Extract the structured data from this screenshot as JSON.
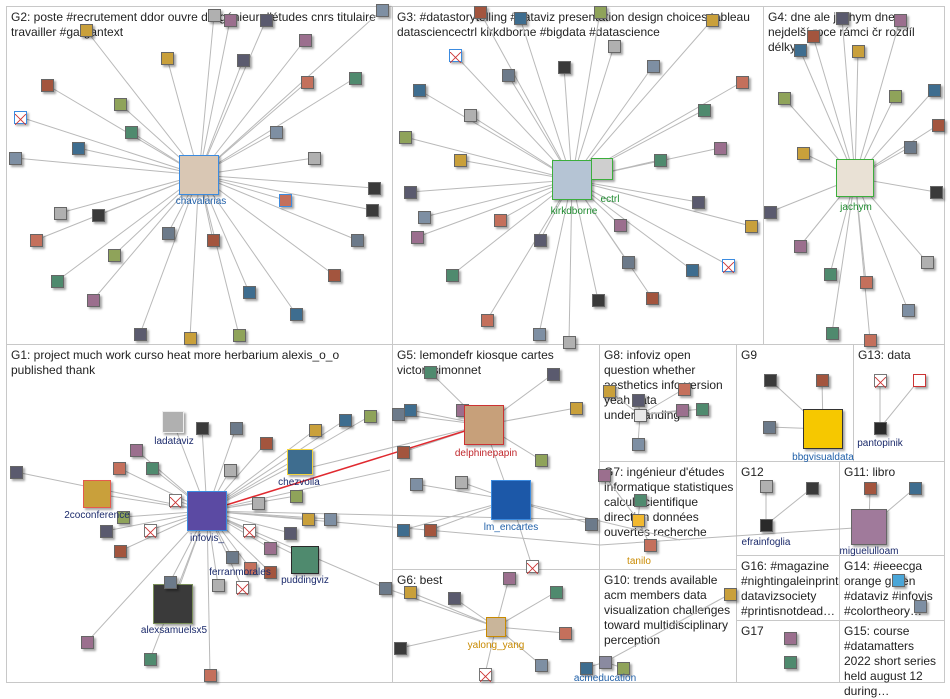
{
  "groups": [
    {
      "id": "G2",
      "title": "G2: poste #recrutement ddor ouvre d'ingénieur d'études cnrs titulaire travailler #gargantext"
    },
    {
      "id": "G3",
      "title": "G3: #datastorytelling #dataviz presentation design choices tableau datasciencectrl kirkdborne #bigdata #datascience"
    },
    {
      "id": "G4",
      "title": "G4: dne ale jachym dnes nejdelší roce rámci čr rozdíl délky"
    },
    {
      "id": "G1",
      "title": "G1: project much work curso heat more herbarium alexis_o_o published thank"
    },
    {
      "id": "G5",
      "title": "G5: lemondefr kiosque cartes victor_simonnet"
    },
    {
      "id": "G8",
      "title": "G8: infoviz open question whether aesthetics info version yeah data understanding"
    },
    {
      "id": "G9",
      "title": "G9"
    },
    {
      "id": "G13",
      "title": "G13: data"
    },
    {
      "id": "G7",
      "title": "G7: ingénieur d'études informatique statistiques calcul scientifique direction données ouvertes recherche"
    },
    {
      "id": "G12",
      "title": "G12"
    },
    {
      "id": "G11",
      "title": "G11: libro"
    },
    {
      "id": "G6",
      "title": "G6: best"
    },
    {
      "id": "G10",
      "title": "G10: trends available acm members data visualization challenges toward multidisciplinary perception"
    },
    {
      "id": "G16",
      "title": "G16: #magazine #nightingaleinprint datavizsociety #printisnotdead…"
    },
    {
      "id": "G14",
      "title": "G14: #ieeecga orange green #dataviz #infovis #colortheory…"
    },
    {
      "id": "G17",
      "title": "G17"
    },
    {
      "id": "G15",
      "title": "G15: course #datamatters 2022 short series held august 12 during…"
    }
  ],
  "labels": {
    "chavalarias": "chavalarias",
    "kirkdborne": "kirkdborne",
    "datasciencectrl": "ectrl",
    "jachym": "jachym",
    "ladataviz": "ladataviz",
    "chezvoila": "chezvoila",
    "twococonference": "2coconference",
    "infovis": "infovis_",
    "ferranmorales": "ferranmorales",
    "puddingviz": "puddingviz",
    "alexsamuelsx5": "alexsamuelsx5",
    "delphinepapin": "delphinepapin",
    "lm_encartes": "lm_encartes",
    "tanilo": "tanilo",
    "yalong_yang": "yalong_yang",
    "acmeducation": "acmeducation",
    "bbgvisualdata": "bbgvisualdata",
    "pantopinik": "pantopinik",
    "efrainfoglia": "efrainfoglia",
    "miguelulloam": "miguelulloam"
  },
  "colors": {
    "edge": "#b9b9b9",
    "edge_red": "#e0292f",
    "label_blue": "#1f5fa8",
    "label_green": "#1e8a2e",
    "label_red": "#c0282d",
    "label_orange": "#c98a00",
    "label_navy": "#1b2a6b"
  }
}
